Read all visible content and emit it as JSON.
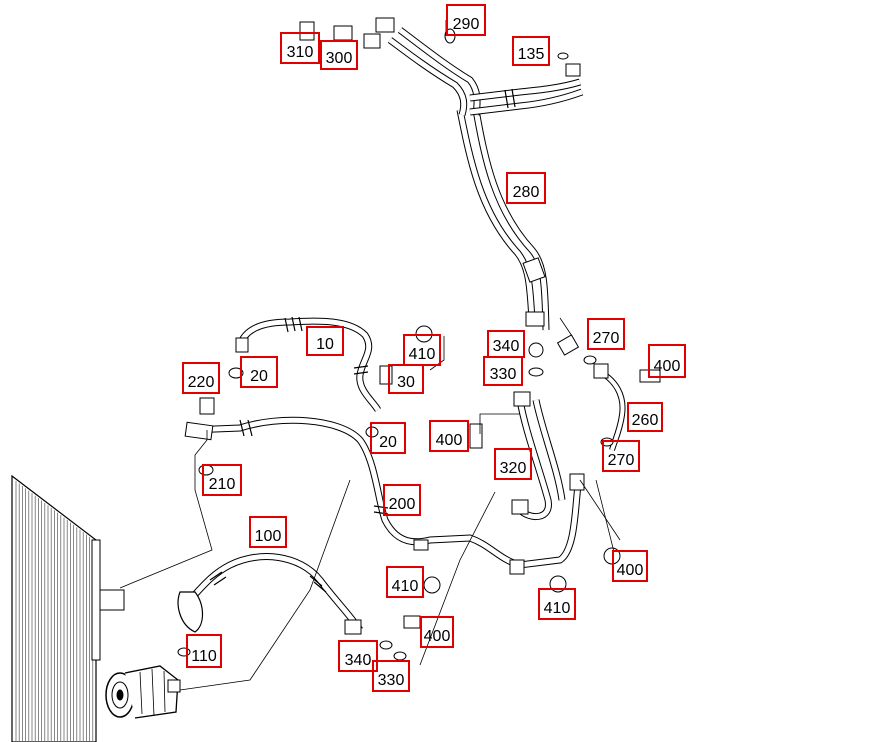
{
  "diagram": {
    "callouts": [
      {
        "label": "290"
      },
      {
        "label": "310"
      },
      {
        "label": "300"
      },
      {
        "label": "135"
      },
      {
        "label": "280"
      },
      {
        "label": "10"
      },
      {
        "label": "410"
      },
      {
        "label": "340"
      },
      {
        "label": "270"
      },
      {
        "label": "400"
      },
      {
        "label": "220"
      },
      {
        "label": "20"
      },
      {
        "label": "30"
      },
      {
        "label": "330"
      },
      {
        "label": "260"
      },
      {
        "label": "400"
      },
      {
        "label": "20"
      },
      {
        "label": "270"
      },
      {
        "label": "320"
      },
      {
        "label": "210"
      },
      {
        "label": "200"
      },
      {
        "label": "100"
      },
      {
        "label": "400"
      },
      {
        "label": "410"
      },
      {
        "label": "410"
      },
      {
        "label": "400"
      },
      {
        "label": "110"
      },
      {
        "label": "340"
      },
      {
        "label": "330"
      }
    ]
  },
  "colors": {
    "callout_border": "#e00000",
    "line": "#000000",
    "background": "#ffffff"
  }
}
